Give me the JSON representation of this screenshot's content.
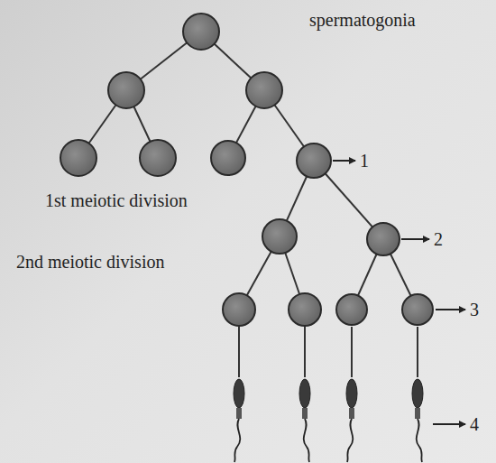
{
  "diagram": {
    "labels": [
      "spermatogonia",
      "1st meiotic division",
      "2nd meiotic division",
      "1",
      "2",
      "3",
      "4"
    ]
  }
}
